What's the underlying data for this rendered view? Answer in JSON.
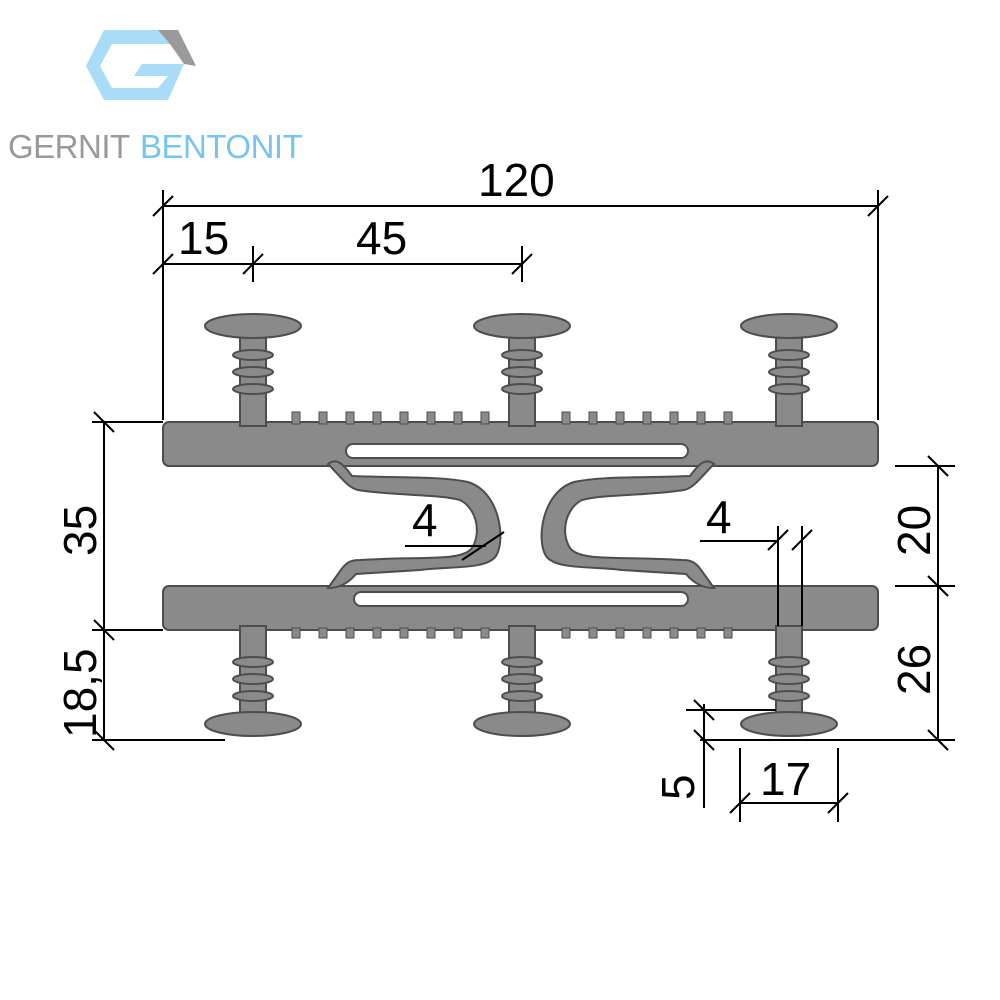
{
  "logo": {
    "name_part1": "GERNIT",
    "name_part2": "BENTONIT",
    "colors": {
      "gray": "#9a9a9a",
      "blue": "#79c4ef"
    }
  },
  "drawing": {
    "profile_color": "#8a8a8a",
    "dimensions": {
      "overall_width": "120",
      "edge_to_first_anchor": "15",
      "anchor_spacing": "45",
      "total_height": "35",
      "anchor_depth_bottom": "18,5",
      "loop_thickness_left": "4",
      "loop_thickness_right": "4",
      "right_upper_height": "20",
      "right_lower_height": "26",
      "bulb_height": "5",
      "bulb_width": "17"
    }
  }
}
